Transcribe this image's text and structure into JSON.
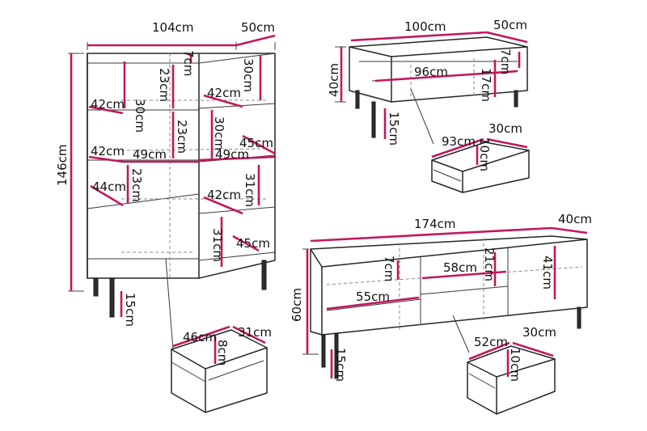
{
  "colors": {
    "dimension_line": "#c2185b",
    "outline": "#262626",
    "background": "#ffffff"
  },
  "cabinet": {
    "width": "104cm",
    "depth": "50cm",
    "height": "146cm",
    "top_left_depth": "42cm",
    "middle_left_depth": "42cm",
    "lower_left_depth": "44cm",
    "top_left_height": "30cm",
    "top_mid_height": "23cm",
    "top_right_top": "7cm",
    "right_top_height": "30cm",
    "right_upper_depth": "42cm",
    "right_mid_height": "30cm",
    "left_mid_height": "23cm",
    "left_shelf_width": "49cm",
    "right_shelf_width": "49cm",
    "right_outer_depth_upper": "45cm",
    "left_low_height": "23cm",
    "right_lower_depth": "42cm",
    "right_low_height": "31cm",
    "right_bottom_height": "31cm",
    "right_outer_depth_lower": "45cm",
    "leg_height": "15cm"
  },
  "cabinet_drawer": {
    "width": "46cm",
    "depth": "31cm",
    "height": "8cm"
  },
  "table": {
    "width": "100cm",
    "depth": "50cm",
    "height": "40cm",
    "inner_width": "96cm",
    "top_gap": "7cm",
    "inner_height": "17cm",
    "leg_height": "15cm"
  },
  "table_drawer": {
    "width": "93cm",
    "depth": "30cm",
    "height": "10cm"
  },
  "sideboard": {
    "width": "174cm",
    "depth": "40cm",
    "height": "60cm",
    "left_top_gap": "7cm",
    "middle_width": "58cm",
    "middle_height": "21cm",
    "left_inner_width": "55cm",
    "right_height": "41cm",
    "leg_height": "15cm"
  },
  "sideboard_drawer": {
    "width": "52cm",
    "depth": "30cm",
    "height": "10cm"
  }
}
